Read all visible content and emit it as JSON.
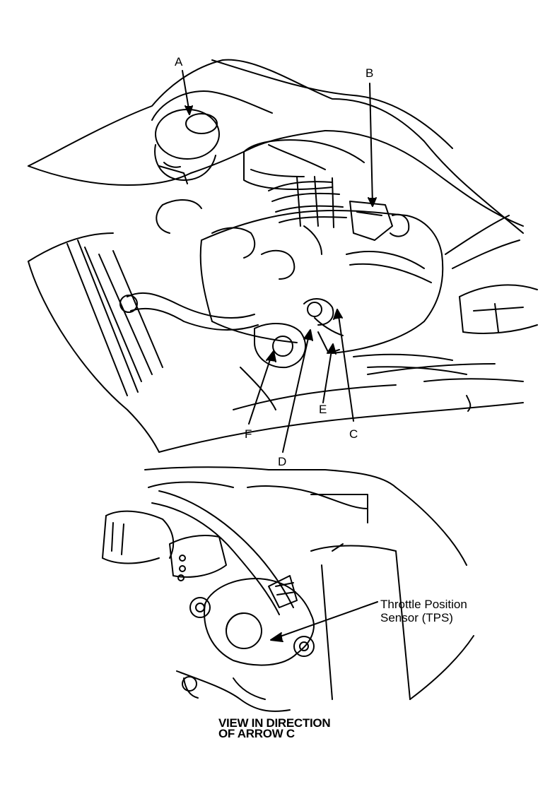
{
  "callouts": {
    "a": "A",
    "b": "B",
    "c": "C",
    "d": "D",
    "e": "E",
    "f": "F"
  },
  "detail_label": {
    "line1": "Throttle Position",
    "line2": "Sensor (TPS)"
  },
  "caption": {
    "line1": "VIEW IN DIRECTION",
    "line2": "OF ARROW C"
  },
  "colors": {
    "ink": "#000000",
    "paper": "#ffffff"
  }
}
